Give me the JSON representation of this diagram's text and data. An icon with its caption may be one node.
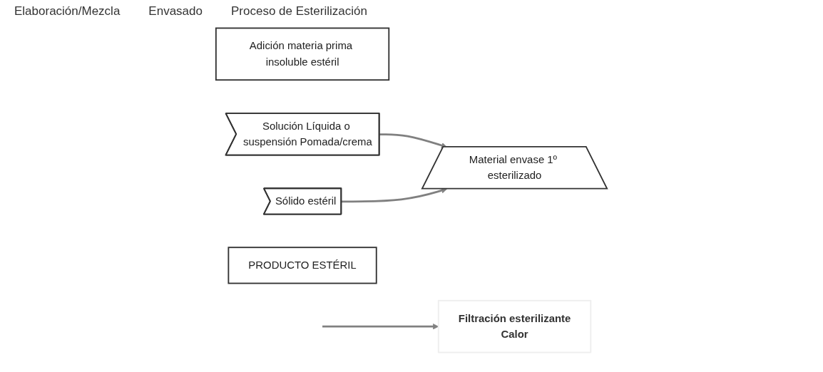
{
  "diagram": {
    "nodes": [
      {
        "text": [
          "Adición materia prima insoluble estéril"
        ]
      },
      {
        "text": [
          "Solución Líquida o suspensión Pomada/crema"
        ]
      },
      {
        "text": [
          "Sólido estéril"
        ]
      },
      {
        "text": [
          "Filtración esterilizante",
          "Calor"
        ]
      },
      {
        "text": [
          "Material envase 1º esterilizado"
        ]
      },
      {
        "text": [
          "PRODUCTO ESTÉRIL"
        ]
      }
    ],
    "edges": [
      {
        "from": 1,
        "to": 4,
        "arrow": "to"
      },
      {
        "from": 2,
        "to": 4,
        "arrow": "to"
      },
      {
        "from": null,
        "to": 3,
        "arrow": "to"
      }
    ],
    "labels": [
      "Elaboración/Mezcla",
      "Envasado",
      "Proceso de Esterilización"
    ]
  }
}
